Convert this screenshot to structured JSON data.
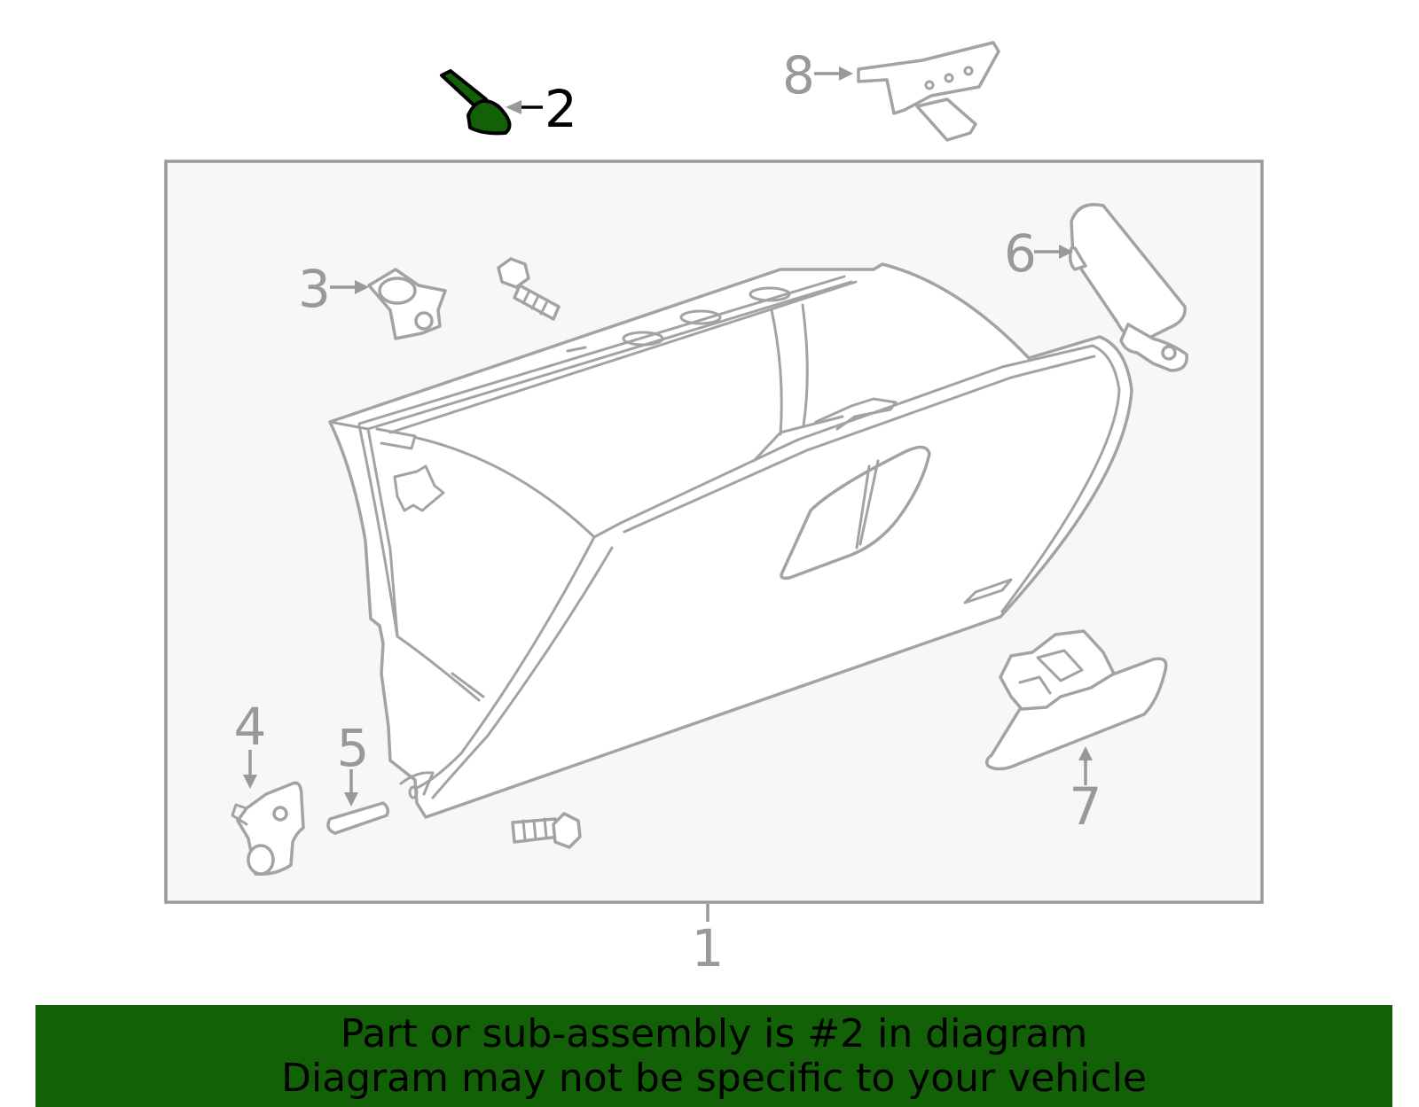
{
  "callouts": [
    {
      "id": "1",
      "label": "1"
    },
    {
      "id": "2",
      "label": "2",
      "highlighted": true
    },
    {
      "id": "3",
      "label": "3"
    },
    {
      "id": "4",
      "label": "4"
    },
    {
      "id": "5",
      "label": "5"
    },
    {
      "id": "6",
      "label": "6"
    },
    {
      "id": "7",
      "label": "7"
    },
    {
      "id": "8",
      "label": "8"
    }
  ],
  "colors": {
    "highlight_fill": "#136107",
    "banner_background": "#136107",
    "outline": "#a3a3a3",
    "callout_text": "#999999",
    "panel_background": "#f7f7f7"
  },
  "banner": {
    "line1": "Part or sub-assembly is #2 in diagram",
    "line2": "Diagram may not be specific to your vehicle"
  }
}
